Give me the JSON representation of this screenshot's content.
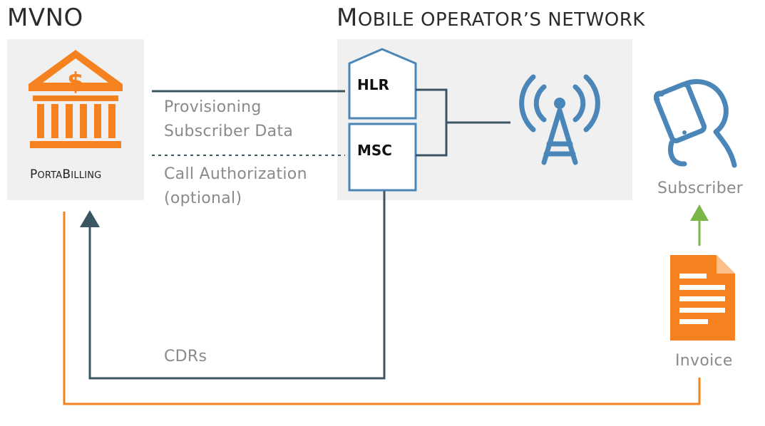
{
  "headings": {
    "mvno": "MVNO",
    "operator_cap1": "M",
    "operator_rest1": "OBILE OPERATOR",
    "operator_apos": "’",
    "operator_rest2": "S NETWORK"
  },
  "nodes": {
    "portabilling_cap1": "P",
    "portabilling_rest1": "ORTA",
    "portabilling_cap2": "B",
    "portabilling_rest2": "ILLING",
    "hlr": "HLR",
    "msc": "MSC",
    "subscriber": "Subscriber",
    "invoice": "Invoice"
  },
  "flows": {
    "provisioning_line1": "Provisioning",
    "provisioning_line2": "Subscriber Data",
    "authorization_line1": "Call Authorization",
    "authorization_line2": "(optional)",
    "cdrs": "CDRs"
  },
  "colors": {
    "orange": "#f5821f",
    "blue": "#4a86b8",
    "slate": "#3b5563",
    "green": "#7ab648",
    "gray_text": "#8a8a8a",
    "panel": "#f0f0f0"
  },
  "icons": {
    "portabilling": "bank-building-dollar-icon",
    "tower": "cell-tower-icon",
    "subscriber": "phone-in-hand-icon",
    "invoice": "document-icon"
  }
}
